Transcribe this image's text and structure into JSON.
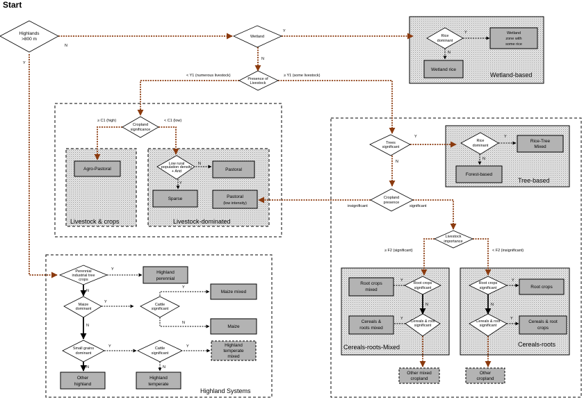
{
  "title": "Start",
  "sections": {
    "wetland": "Wetland-based",
    "livestock_crops": "Livestock & crops",
    "livestock_dominated": "Livestock-dominated",
    "tree": "Tree-based",
    "cereals_mixed": "Cereals-roots-Mixed",
    "cereals_roots": "Cereals-roots",
    "highland": "Highland Systems"
  },
  "decisions": {
    "highlands": [
      "Highlands",
      ">800 m"
    ],
    "wetland": [
      "Wetland"
    ],
    "rice_dominant_w": [
      "Rice",
      "dominant"
    ],
    "presence_livestock": [
      "Presence of",
      "Livestock"
    ],
    "cropland_sig1": [
      "Cropland",
      "significance"
    ],
    "low_rural": [
      "Low rural",
      "population density",
      "+ Arid"
    ],
    "trees_sig": [
      "Trees",
      "significant"
    ],
    "rice_dominant_t": [
      "Rice",
      "dominant"
    ],
    "cropland_presence": [
      "Cropland",
      "presence"
    ],
    "livestock_importance": [
      "Livestock",
      "importance"
    ],
    "root_crops_sig_1": [
      "Root crops",
      "significant"
    ],
    "cereals_root_1": [
      "Cereals & root",
      "significant"
    ],
    "root_crops_sig_2": [
      "Root crops",
      "significant"
    ],
    "cereals_root_2": [
      "Cereals & root",
      "significant"
    ],
    "perennial": [
      "Perennial",
      "industrial tree",
      "crops"
    ],
    "maize_dominant": [
      "Maize",
      "dominant"
    ],
    "cattle_sig_1": [
      "Cattle",
      "significant"
    ],
    "small_grains": [
      "Small grains",
      "dominant"
    ],
    "cattle_sig_2": [
      "Cattle",
      "significant"
    ]
  },
  "outcomes": {
    "wetland_zone": [
      "Wetland",
      "zone with",
      "some rice"
    ],
    "wetland_rice": [
      "Wetland rice"
    ],
    "agro_pastoral": [
      "Agro-Pastoral"
    ],
    "pastoral": [
      "Pastoral"
    ],
    "sparse": [
      "Sparse"
    ],
    "pastoral_low": [
      "Pastoral",
      "(low intensity)"
    ],
    "rice_tree": [
      "Rice-Tree",
      "Mixed"
    ],
    "forest_based": [
      "Forest-based"
    ],
    "root_crops_mixed": [
      "Root crops",
      "mixed"
    ],
    "cereals_roots_mixed": [
      "Cereals &",
      "roots mixed"
    ],
    "root_crops": [
      "Root crops"
    ],
    "cereals_root_crops": [
      "Cereals & root",
      "crops"
    ],
    "other_mixed": [
      "Other mixed",
      "cropland"
    ],
    "other_cropland": [
      "Other",
      "cropland"
    ],
    "highland_perennial": [
      "Highland",
      "perennial"
    ],
    "maize_mixed": [
      "Maize mixed"
    ],
    "maize": [
      "Maize"
    ],
    "highland_temperate_mixed": [
      "Highland",
      "temperate",
      "mixed"
    ],
    "other_highland": [
      "Other",
      "highland"
    ],
    "highland_temperate": [
      "Highland",
      "temperate"
    ]
  },
  "edge_labels": {
    "y": "Y",
    "n": "N",
    "numerous": "< Y1 (numerous livestock)",
    "some": "≥ Y1 (some livestock)",
    "high": "≥ C1 (high)",
    "low": "< C1 (low)",
    "insignificant": "insignificant",
    "significant": "significant",
    "f2_sig": "≥ F2 (significant)",
    "f2_insig": "< F2 (insignificant)"
  }
}
